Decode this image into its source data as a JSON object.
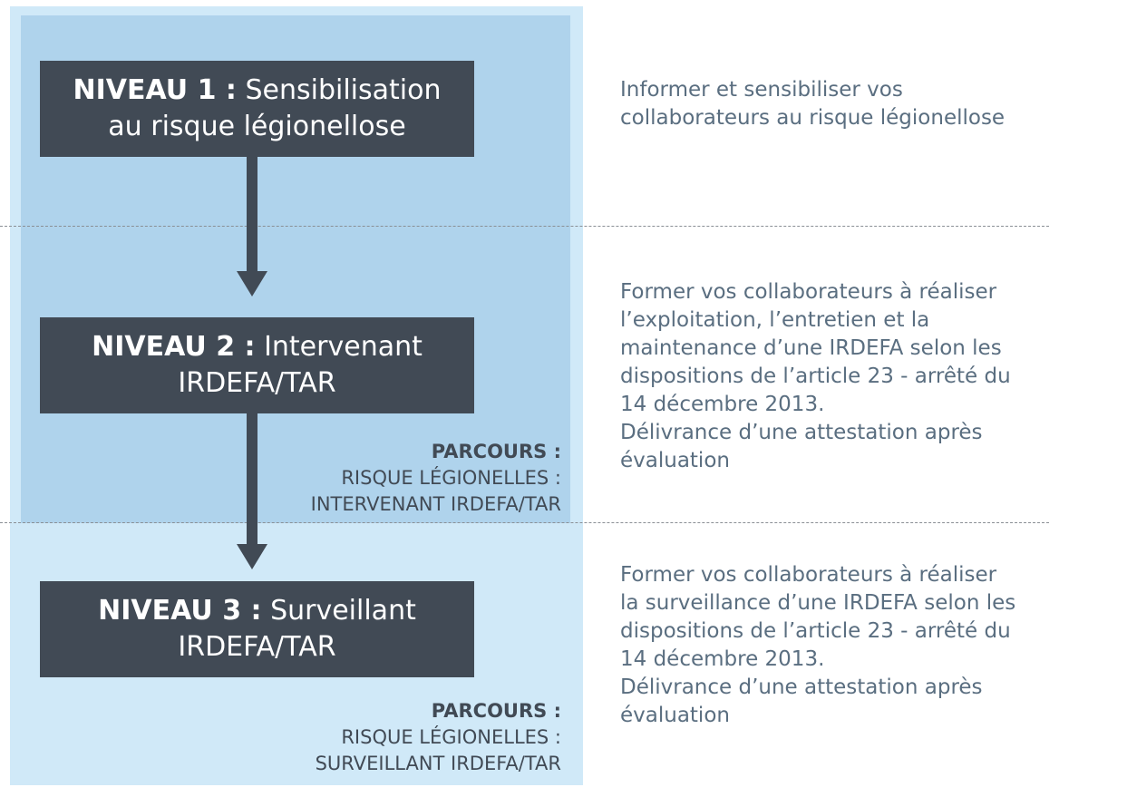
{
  "levels": [
    {
      "title": "NIVEAU 1 :",
      "subtitle_line1": "Sensibilisation",
      "subtitle_line2": "au risque légionellose",
      "description": [
        "Informer et sensibiliser vos",
        "collaborateurs au risque légionellose"
      ]
    },
    {
      "title": "NIVEAU 2 :",
      "subtitle_line1": "Intervenant",
      "subtitle_line2": "IRDEFA/TAR",
      "description": [
        "Former vos collaborateurs à réaliser",
        "l’exploitation, l’entretien et la",
        "maintenance d’une IRDEFA selon les",
        "dispositions de l’article 23 - arrêté du",
        "14 décembre 2013.",
        "Délivrance d’une attestation après",
        "évaluation"
      ],
      "parcours": {
        "title": "PARCOURS :",
        "line1": "RISQUE LÉGIONELLES :",
        "line2": "INTERVENANT IRDEFA/TAR"
      }
    },
    {
      "title": "NIVEAU 3 :",
      "subtitle_line1": "Surveillant",
      "subtitle_line2": "IRDEFA/TAR",
      "description": [
        "Former vos collaborateurs à réaliser",
        "la surveillance d’une IRDEFA selon les",
        "dispositions de l’article 23 - arrêté du",
        "14 décembre 2013.",
        "Délivrance d’une attestation après",
        "évaluation"
      ],
      "parcours": {
        "title": "PARCOURS :",
        "line1": "RISQUE LÉGIONELLES :",
        "line2": "SURVEILLANT IRDEFA/TAR"
      }
    }
  ],
  "colors": {
    "box": "#414a55",
    "panel_light": "#d0e9f8",
    "panel_dark": "#afd3ec",
    "description_text": "#5a6e80"
  }
}
